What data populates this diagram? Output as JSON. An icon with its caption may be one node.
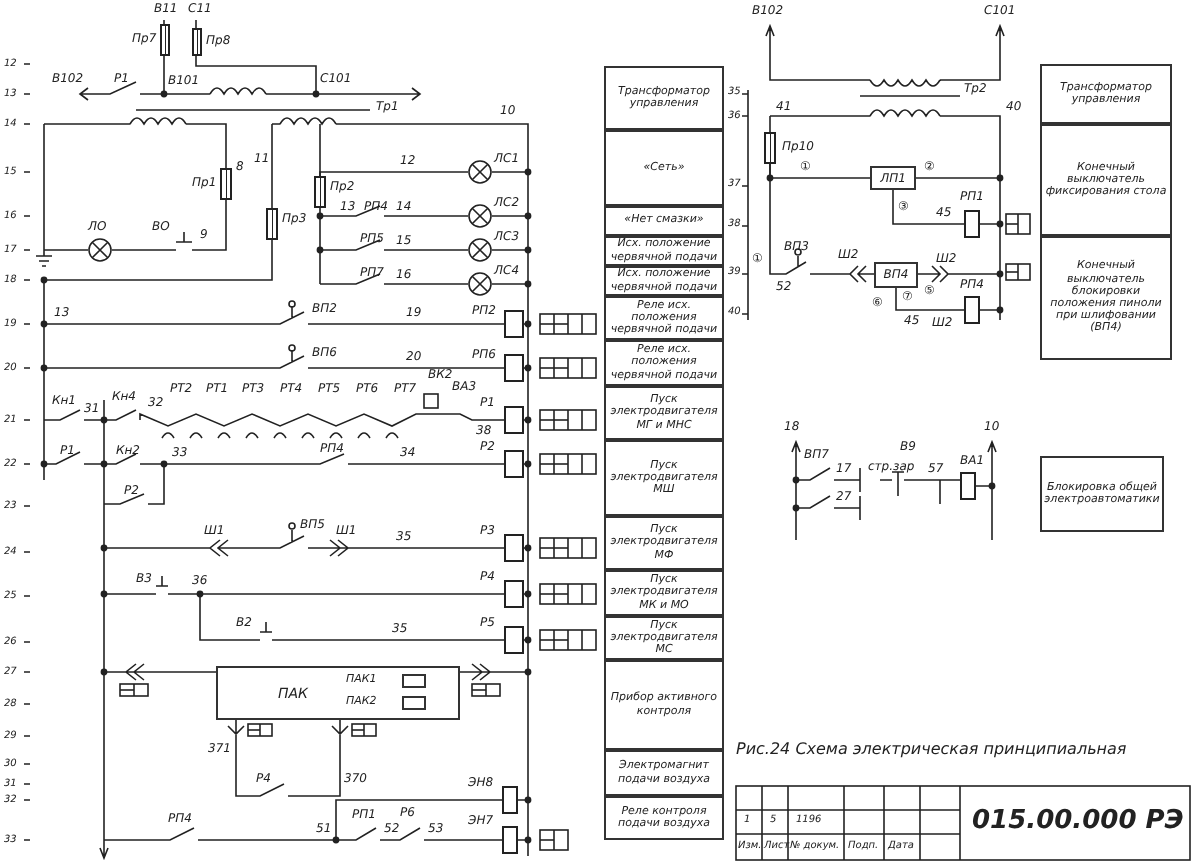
{
  "diagram": {
    "caption": "Рис.24 Схема электрическая принципиальная",
    "nodes": [
      {
        "text": [
          "Пр7"
        ]
      },
      {
        "text": [
          "Пр8"
        ]
      },
      {
        "text": [
          "Пр1"
        ]
      },
      {
        "text": [
          "Пр3"
        ]
      },
      {
        "text": [
          "Пр2"
        ]
      },
      {
        "text": [
          "ЛО"
        ]
      },
      {
        "text": [
          "ЛС1"
        ]
      },
      {
        "text": [
          "ЛС2"
        ]
      },
      {
        "text": [
          "ЛС3"
        ]
      },
      {
        "text": [
          "ЛС4"
        ]
      },
      {
        "text": [
          "РП2"
        ]
      },
      {
        "text": [
          "РП6"
        ]
      },
      {
        "text": [
          "Р1"
        ]
      },
      {
        "text": [
          "Р2"
        ]
      },
      {
        "text": [
          "Р3"
        ]
      },
      {
        "text": [
          "Р4"
        ]
      },
      {
        "text": [
          "Р5"
        ]
      },
      {
        "text": [
          "ПАК",
          "ПАК1",
          "ПАК2"
        ]
      },
      {
        "text": [
          "ЭН8"
        ]
      },
      {
        "text": [
          "ЭН7"
        ]
      },
      {
        "text": [
          "Трансформатор управления"
        ]
      },
      {
        "text": [
          "«Сеть»"
        ]
      },
      {
        "text": [
          "«Нет смазки»"
        ]
      },
      {
        "text": [
          "Исх. положение червячной подачи"
        ]
      },
      {
        "text": [
          "Исх. положение червячной подачи"
        ]
      },
      {
        "text": [
          "Реле исх. положения червячной подачи"
        ]
      },
      {
        "text": [
          "Реле исх. положения червячной подачи"
        ]
      },
      {
        "text": [
          "Пуск электродвигателя МГ и МНС"
        ]
      },
      {
        "text": [
          "Пуск электродвигателя МШ"
        ]
      },
      {
        "text": [
          "Пуск электродвигателя МФ"
        ]
      },
      {
        "text": [
          "Пуск электродвигателя МК и МО"
        ]
      },
      {
        "text": [
          "Пуск электродвигателя МС"
        ]
      },
      {
        "text": [
          "Прибор активного контроля"
        ]
      },
      {
        "text": [
          "Электромагнит подачи воздуха"
        ]
      },
      {
        "text": [
          "Реле контроля подачи воздуха"
        ]
      },
      {
        "text": [
          "Пр10"
        ]
      },
      {
        "text": [
          "ЛП1"
        ]
      },
      {
        "text": [
          "РП1"
        ]
      },
      {
        "text": [
          "ВП4"
        ]
      },
      {
        "text": [
          "РП4"
        ]
      },
      {
        "text": [
          "Трансформатор управления"
        ]
      },
      {
        "text": [
          "Конечный выключатель фиксирования стола"
        ]
      },
      {
        "text": [
          "Конечный выключатель блокировки положения пиноли при шлифовании (ВП4)"
        ]
      },
      {
        "text": [
          "Блокировка общей электроавтоматики"
        ]
      },
      {
        "text": [
          "ВА1"
        ]
      }
    ],
    "edges": [
      {
        "from": 35,
        "to": 36,
        "arrow": "none"
      },
      {
        "from": 36,
        "to": 37,
        "arrow": "none"
      },
      {
        "from": 38,
        "to": 39,
        "arrow": "none"
      },
      {
        "from": 4,
        "to": 6,
        "arrow": "none",
        "label": "12"
      }
    ],
    "labels": [
      "12",
      "13",
      "14",
      "15",
      "16",
      "17",
      "18",
      "19",
      "20",
      "21",
      "22",
      "23",
      "24",
      "25",
      "26",
      "27",
      "28",
      "29",
      "30",
      "31",
      "32",
      "33",
      "В11",
      "С11",
      "В102",
      "Р1",
      "В101",
      "С101",
      "Тр1",
      "10",
      "8",
      "11",
      "13",
      "РП4",
      "14",
      "РП5",
      "15",
      "РП7",
      "16",
      "ВО",
      "9",
      "13",
      "ВП2",
      "19",
      "ВП6",
      "20",
      "Кн1",
      "Кн4",
      "31",
      "32",
      "РТ2",
      "РТ1",
      "РТ3",
      "РТ4",
      "РТ5",
      "РТ6",
      "РТ7",
      "ВК2",
      "ВА3",
      "38",
      "Р1",
      "Кн2",
      "33",
      "РП4",
      "34",
      "Р2",
      "Ш1",
      "ВП5",
      "Ш1",
      "35",
      "В3",
      "36",
      "В2",
      "35",
      "371",
      "Р4",
      "370",
      "РП4",
      "51",
      "РП1",
      "52",
      "Р6",
      "53",
      "В102",
      "С101",
      "35",
      "36",
      "37",
      "38",
      "39",
      "40",
      "41",
      "Тр2",
      "40",
      "①",
      "②",
      "③",
      "45",
      "ВП3",
      "①",
      "52",
      "Ш2",
      "Ш2",
      "⑤",
      "⑥",
      "⑦",
      "45",
      "Ш2",
      "18",
      "10",
      "ВП7",
      "17",
      "27",
      "В9",
      "стр.зар",
      "57",
      "1",
      "5",
      "1196",
      "Изм.",
      "Лист",
      "№ докум.",
      "Подп.",
      "Дата",
      "015.00.000 РЭ"
    ]
  }
}
